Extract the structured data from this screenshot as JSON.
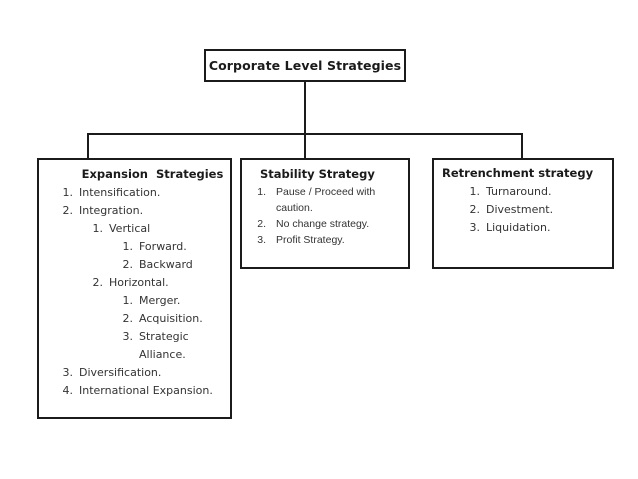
{
  "diagram": {
    "title": "Corporate Level Strategies",
    "accent_color": "#1b1b1b",
    "text_color": "#333333",
    "background_color": "#ffffff"
  },
  "root": {
    "label": "Corporate Level Strategies"
  },
  "branches": {
    "expansion": {
      "title": "Expansion  Strategies",
      "items": [
        {
          "num": "1.",
          "text": "Intensification.",
          "level": 1
        },
        {
          "num": "2.",
          "text": "Integration.",
          "level": 1
        },
        {
          "num": "1.",
          "text": "Vertical",
          "level": 2
        },
        {
          "num": "1.",
          "text": "Forward.",
          "level": 3
        },
        {
          "num": "2.",
          "text": "Backward",
          "level": 3
        },
        {
          "num": "2.",
          "text": "Horizontal.",
          "level": 2
        },
        {
          "num": "1.",
          "text": "Merger.",
          "level": 3
        },
        {
          "num": "2.",
          "text": "Acquisition.",
          "level": 3
        },
        {
          "num": "3.",
          "text": "Strategic",
          "level": 3
        },
        {
          "num": "",
          "text": "Alliance.",
          "level": 3
        },
        {
          "num": "3.",
          "text": "Diversification.",
          "level": 1
        },
        {
          "num": "4.",
          "text": "International Expansion.",
          "level": 1
        }
      ]
    },
    "stability": {
      "title": "Stability Strategy",
      "items": [
        {
          "num": "1.",
          "text": "Pause / Proceed with"
        },
        {
          "num": "",
          "text": "caution."
        },
        {
          "num": "2.",
          "text": "No change strategy."
        },
        {
          "num": "3.",
          "text": "Profit Strategy."
        }
      ]
    },
    "retrenchment": {
      "title": "Retrenchment strategy",
      "items": [
        {
          "num": "1.",
          "text": "Turnaround."
        },
        {
          "num": "2.",
          "text": "Divestment."
        },
        {
          "num": "3.",
          "text": "Liquidation."
        }
      ]
    }
  }
}
